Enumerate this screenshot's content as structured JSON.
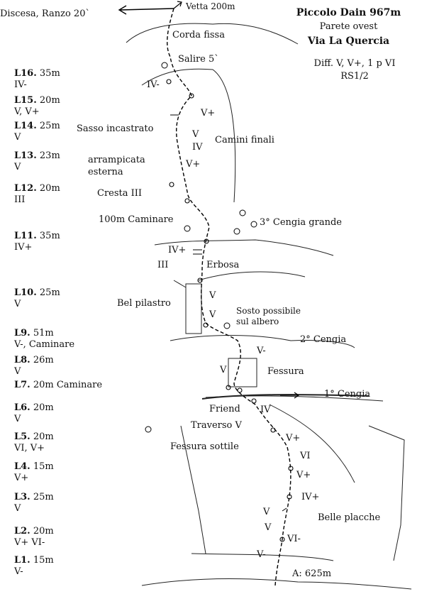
{
  "header": {
    "descent": "Discesa, Ranzo 20`",
    "summit": "Vetta 200m",
    "title": "Piccolo Dain 967m",
    "face": "Parete ovest",
    "route": "Via La Quercia",
    "difficulty": "Diff. V, V+, 1 p VI",
    "protection": "RS1/2"
  },
  "pitches": [
    {
      "id": "L16.",
      "len": "35m",
      "grade": "IV-"
    },
    {
      "id": "L15.",
      "len": "20m",
      "grade": "V, V+"
    },
    {
      "id": "L14.",
      "len": "25m",
      "grade": "V"
    },
    {
      "id": "L13.",
      "len": "23m",
      "grade": "V"
    },
    {
      "id": "L12.",
      "len": "20m",
      "grade": "III"
    },
    {
      "id": "L11.",
      "len": "35m",
      "grade": "IV+"
    },
    {
      "id": "L10.",
      "len": "25m",
      "grade": "V"
    },
    {
      "id": "L9.",
      "len": "51m",
      "grade": "V-, Caminare"
    },
    {
      "id": "L8.",
      "len": "26m",
      "grade": "V"
    },
    {
      "id": "L7.",
      "len": "20m Caminare",
      "grade": ""
    },
    {
      "id": "L6.",
      "len": "20m",
      "grade": "V"
    },
    {
      "id": "L5.",
      "len": "20m",
      "grade": "VI, V+"
    },
    {
      "id": "L4.",
      "len": "15m",
      "grade": "V+"
    },
    {
      "id": "L3.",
      "len": "25m",
      "grade": "V"
    },
    {
      "id": "L2.",
      "len": "20m",
      "grade": "V+ VI-"
    },
    {
      "id": "L1.",
      "len": "15m",
      "grade": "V-"
    }
  ],
  "labels": {
    "corda_fissa": "Corda fissa",
    "salire": "Salire 5`",
    "sasso": "Sasso incastrato",
    "camini": "Camini finali",
    "arrampicata": "arrampicata",
    "esterna": "esterna",
    "cresta": "Cresta  III",
    "caminare100": "100m Caminare",
    "cengia3": "3° Cengia grande",
    "erbosa": "Erbosa",
    "bel_pilastro": "Bel pilastro",
    "sosto1": "Sosto possibile",
    "sosto2": "sul albero",
    "cengia2": "2° Cengia",
    "fessura": "Fessura",
    "cengia1": "1° Cengia",
    "friend": "Friend",
    "traverso": "Traverso V",
    "fessura_sottile": "Fessura sottile",
    "belle_placche": "Belle placche",
    "attack": "A: 625m"
  },
  "grades": {
    "g_iv_minus_top": "IV-",
    "g_vplus_15": "V+",
    "g_v_14": "V",
    "g_iv_13": "IV",
    "g_vplus_13": "V+",
    "g_ivplus_11": "IV+",
    "g_iii_11": "III",
    "g_v_10a": "V",
    "g_v_10b": "V",
    "g_vminus_9": "V-",
    "g_v_8": "V",
    "g_iv_6": "IV",
    "g_vplus_5": "V+",
    "g_vi_5": "VI",
    "g_vplus_4": "V+",
    "g_ivplus_3": "IV+",
    "g_v_3": "V",
    "g_v_2": "V",
    "g_viminus_2": "VI-",
    "g_vminus_1": "V-"
  }
}
